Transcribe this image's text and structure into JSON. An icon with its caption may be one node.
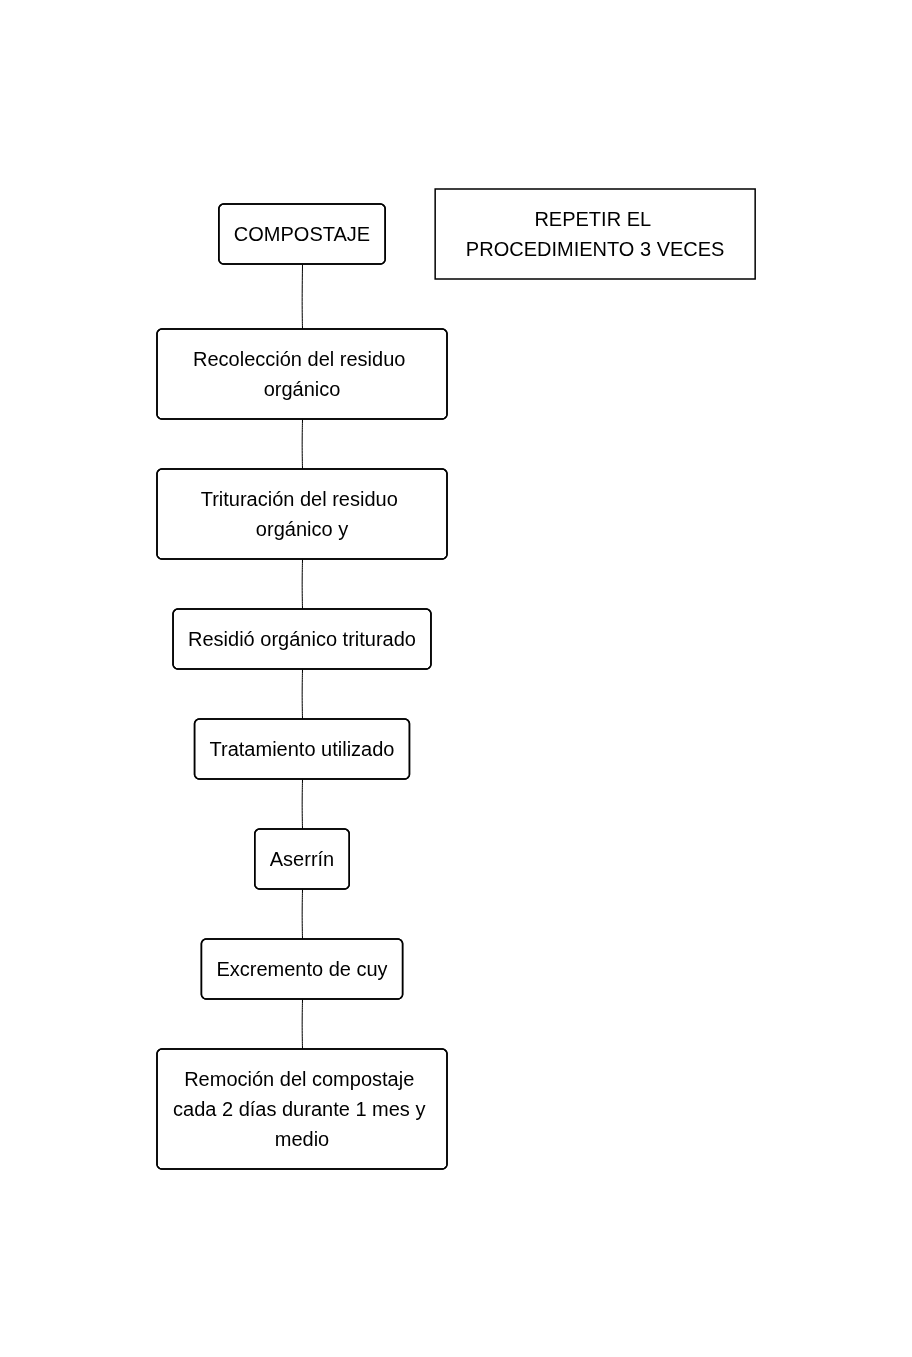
{
  "diagram": {
    "nodes": [
      {
        "text": [
          "COMPOSTAJE"
        ]
      },
      {
        "text": [
          "Recolección del residuo orgánico"
        ]
      },
      {
        "text": [
          "Trituración del residuo orgánico y"
        ]
      },
      {
        "text": [
          "Residió orgánico triturado"
        ]
      },
      {
        "text": [
          "Tratamiento utilizado"
        ]
      },
      {
        "text": [
          "Aserrín"
        ]
      },
      {
        "text": [
          "Excremento de cuy"
        ]
      },
      {
        "text": [
          "Remoción del compostaje cada 2 días durante 1 mes y medio"
        ]
      },
      {
        "text": [
          "REPETIR EL PROCEDIMIENTO 3 VECES"
        ]
      }
    ],
    "edges": [
      {
        "from": 0,
        "to": 1,
        "arrow": "none"
      },
      {
        "from": 1,
        "to": 2,
        "arrow": "none"
      },
      {
        "from": 2,
        "to": 3,
        "arrow": "none"
      },
      {
        "from": 3,
        "to": 4,
        "arrow": "none"
      },
      {
        "from": 4,
        "to": 5,
        "arrow": "none"
      },
      {
        "from": 5,
        "to": 6,
        "arrow": "none"
      },
      {
        "from": 6,
        "to": 7,
        "arrow": "none"
      }
    ]
  }
}
